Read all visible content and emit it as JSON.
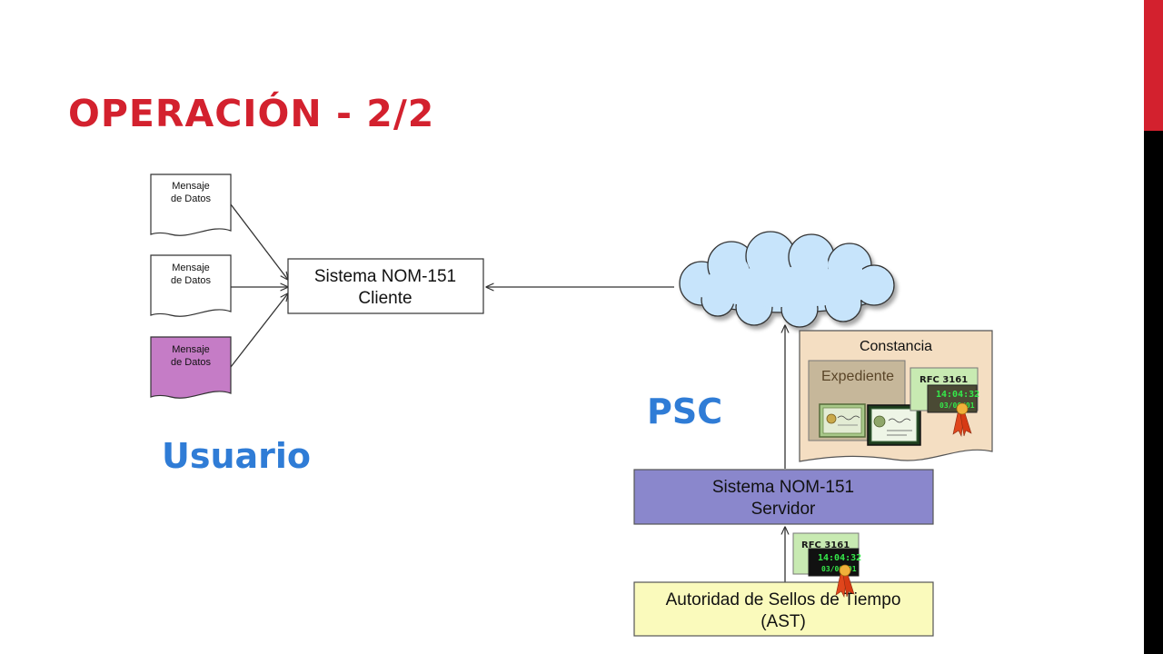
{
  "slide": {
    "title": "OPERACIÓN - 2/2",
    "accent_color": "#d3212e"
  },
  "user_side": {
    "label": "Usuario",
    "documents": [
      {
        "line1": "Mensaje",
        "line2": "de Datos",
        "fill": "#ffffff"
      },
      {
        "line1": "Mensaje",
        "line2": "de Datos",
        "fill": "#ffffff"
      },
      {
        "line1": "Mensaje",
        "line2": "de Datos",
        "fill": "#c57cc6"
      }
    ],
    "client_box": {
      "line1": "Sistema NOM-151",
      "line2": "Cliente"
    }
  },
  "psc_side": {
    "label": "PSC",
    "server_box": {
      "line1": "Sistema NOM-151",
      "line2": "Servidor",
      "fill": "#8a87cc"
    },
    "ast_box": {
      "line1": "Autoridad de Sellos de Tiempo",
      "line2": "(AST)",
      "fill": "#fafabc"
    },
    "constancia": {
      "title": "Constancia",
      "expediente": "Expediente"
    },
    "timestamp": {
      "rfc": "RFC 3161",
      "time": "14:04:32",
      "date": "03/06/01"
    }
  }
}
